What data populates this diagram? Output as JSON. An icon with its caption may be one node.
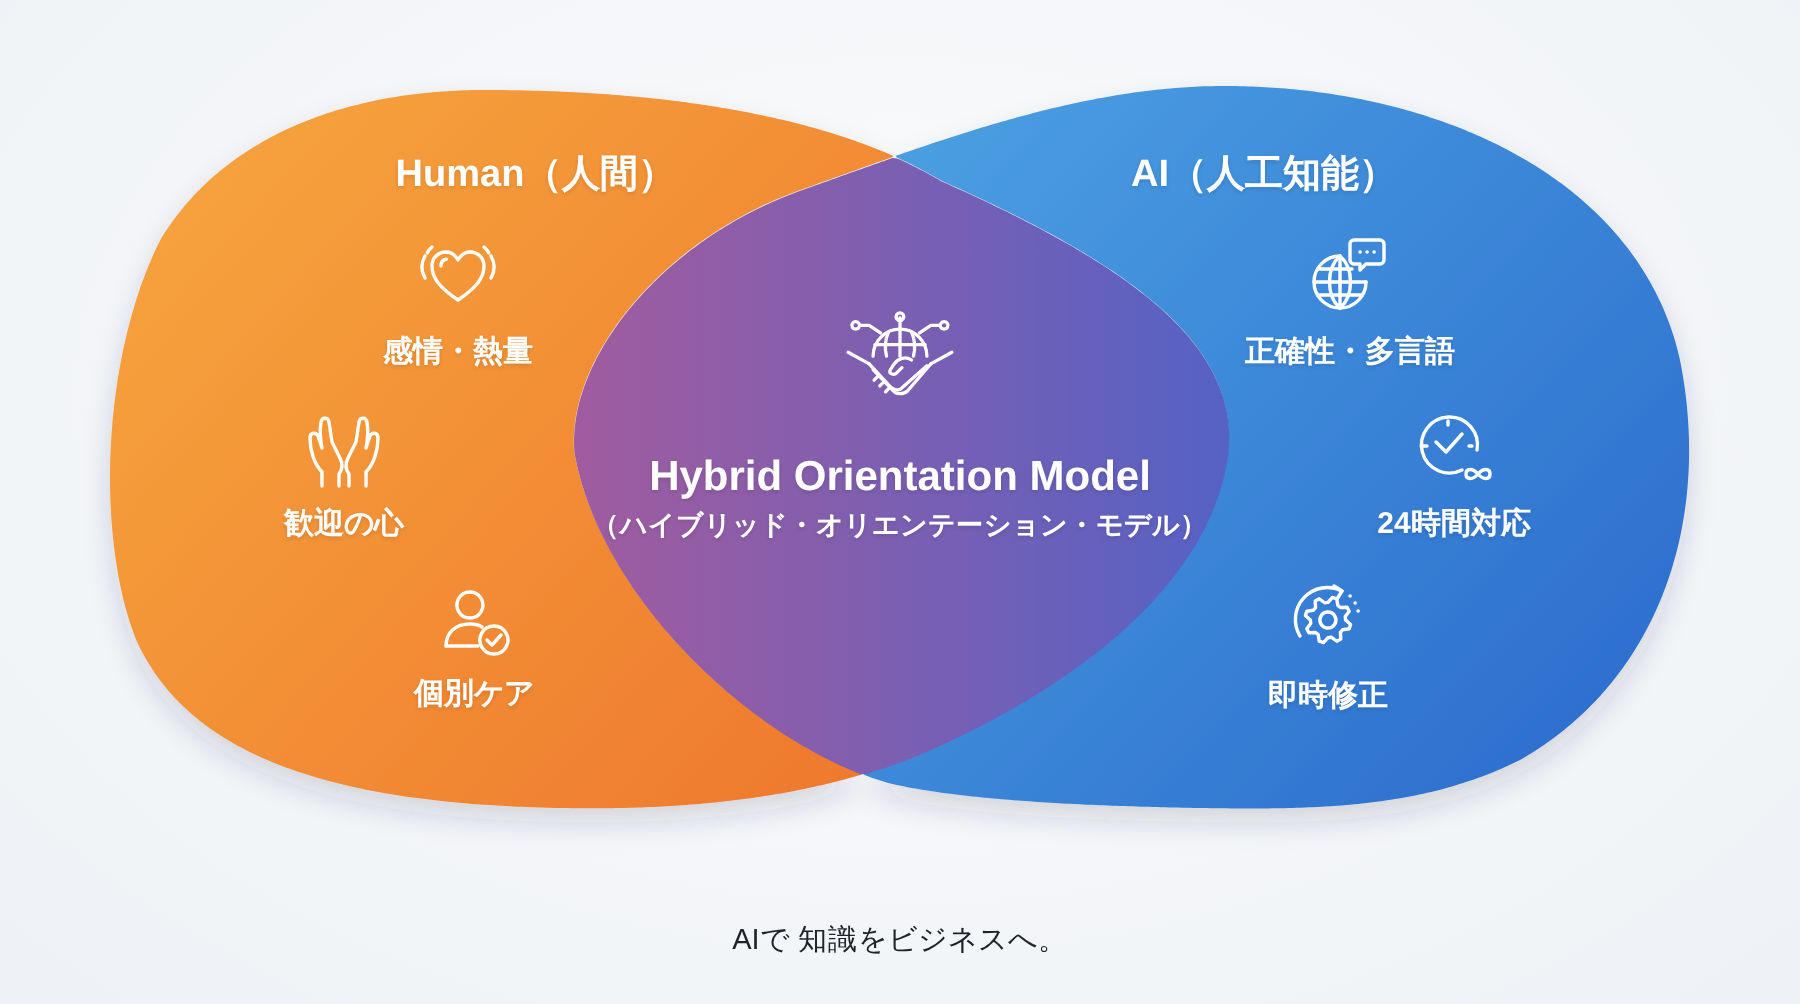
{
  "diagram": {
    "nodes": [
      {
        "text": [
          "Human（人間）",
          "感情・熱量",
          "歓迎の心",
          "個別ケア"
        ]
      },
      {
        "text": [
          "AI（人工知能）",
          "正確性・多言語",
          "24時間対応",
          "即時修正"
        ]
      },
      {
        "text": [
          "Hybrid Orientation Model",
          "（ハイブリッド・オリエンテーション・モデル）"
        ]
      }
    ],
    "labels": [
      "AIで 知識をビジネスへ。"
    ]
  }
}
